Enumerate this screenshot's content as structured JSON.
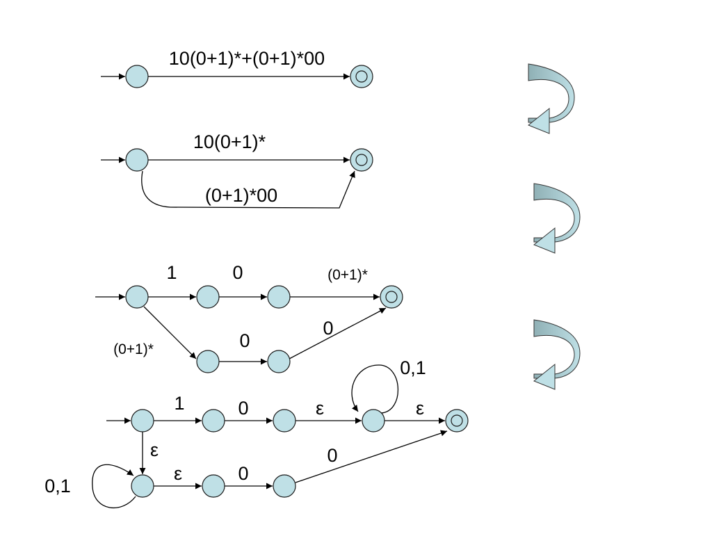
{
  "diagram": {
    "colors": {
      "state_fill": "#bfe0e6",
      "arrow_light": "#bfe0e6",
      "arrow_dark": "#8fb0b5"
    },
    "step1": {
      "edge_label": "10(0+1)*+(0+1)*00"
    },
    "step2": {
      "upper_label": "10(0+1)*",
      "lower_label": "(0+1)*00"
    },
    "step3": {
      "label_1": "1",
      "label_0a": "0",
      "label_star_top": "(0+1)*",
      "label_star_left": "(0+1)*",
      "label_0b": "0",
      "label_0c": "0"
    },
    "step4": {
      "label_1": "1",
      "label_0a": "0",
      "label_eps1": "ε",
      "label_loop_top": "0,1",
      "label_eps2": "ε",
      "label_eps_down": "ε",
      "label_loop_left": "0,1",
      "label_eps3": "ε",
      "label_0b": "0",
      "label_0c": "0"
    },
    "transform_arrows": [
      "curved-arrow",
      "curved-arrow",
      "curved-arrow"
    ]
  }
}
